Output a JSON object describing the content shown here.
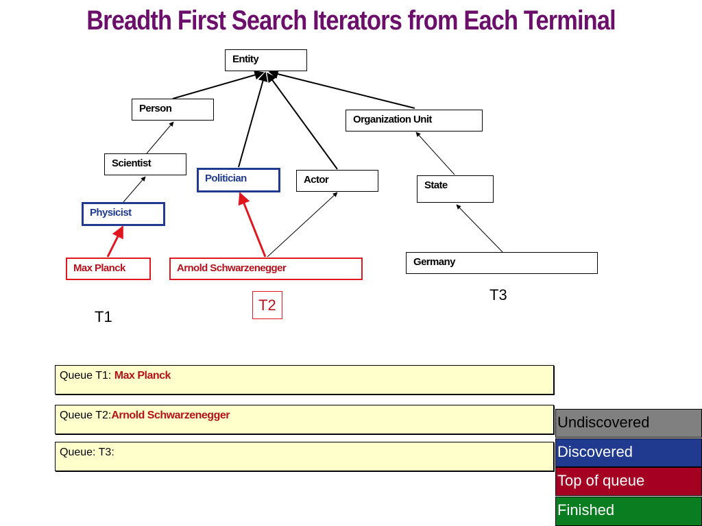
{
  "title": "Breadth First Search Iterators from Each Terminal",
  "nodes": {
    "entity": "Entity",
    "person": "Person",
    "org_unit": "Organization Unit",
    "scientist": "Scientist",
    "politician": "Politician",
    "actor": "Actor",
    "state": "State",
    "physicist": "Physicist",
    "max_planck": "Max Planck",
    "arnold": "Arnold Schwarzenegger",
    "germany": "Germany"
  },
  "terminals": {
    "t1": "T1",
    "t2": "T2",
    "t3": "T3"
  },
  "queues": [
    {
      "label": "Queue T1: ",
      "value": "Max Planck"
    },
    {
      "label": "Queue T2:",
      "value": "Arnold Schwarzenegger"
    },
    {
      "label": "Queue: T3:",
      "value": ""
    }
  ],
  "legend": [
    {
      "label": "Undiscovered",
      "color": "#808080"
    },
    {
      "label": "Discovered",
      "color": "#1f3a8f"
    },
    {
      "label": "Top of queue",
      "color": "#a50021"
    },
    {
      "label": "Finished",
      "color": "#0a7d20"
    }
  ],
  "colors": {
    "title": "#6b0f6b",
    "discovered": "#1f3a8f",
    "top_of_queue": "#e0161e",
    "queue_fill": "#ffffcc"
  }
}
